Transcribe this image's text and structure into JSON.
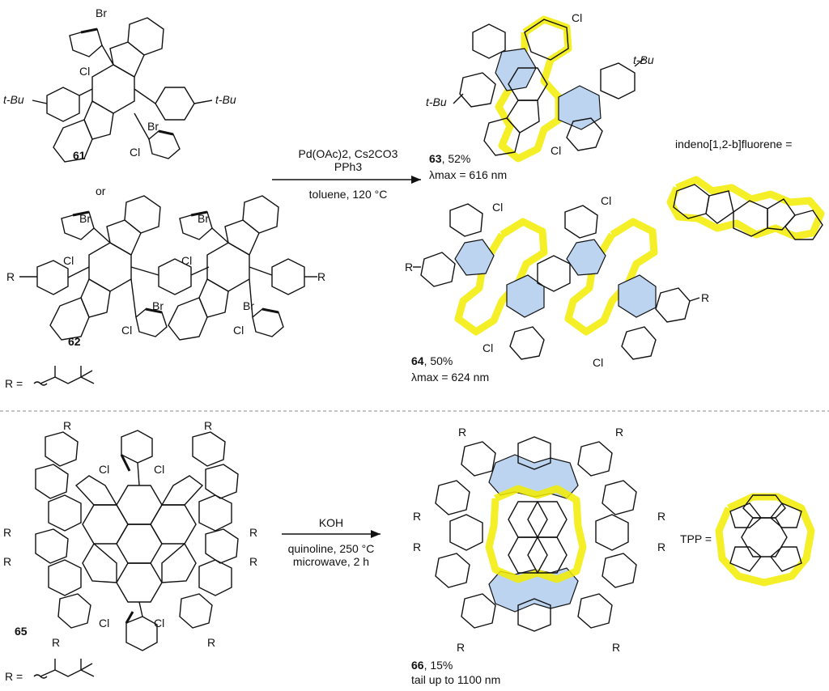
{
  "colors": {
    "highlight": "#f2ec00",
    "shaded_ring": "#bcd4ef",
    "line": "#111111"
  },
  "top": {
    "sm61": {
      "num": "61",
      "br1": "Br",
      "cl1": "Cl",
      "br2": "Br",
      "cl2": "Cl",
      "tbu_left": "t-Bu",
      "tbu_right": "t-Bu"
    },
    "or": "or",
    "sm62": {
      "num": "62",
      "br": "Br",
      "cl": "Cl",
      "r": "R"
    },
    "r_def": "R =",
    "conditions": {
      "line1": "Pd(OAc)2, Cs2CO3",
      "line2": "PPh3",
      "line3": "toluene, 120 °C"
    },
    "p63": {
      "num": "63",
      "yield": ", 52%",
      "lambda": "λmax = 616 nm",
      "cl": "Cl",
      "tbu": "t-Bu"
    },
    "p64": {
      "num": "64",
      "yield": ", 50%",
      "lambda": "λmax = 624 nm",
      "cl": "Cl",
      "r": "R"
    },
    "indeno_label": "indeno[1,2-b]fluorene ="
  },
  "bottom": {
    "sm65": {
      "num": "65",
      "cl": "Cl",
      "r": "R"
    },
    "r_def": "R =",
    "conditions": {
      "reagent": "KOH",
      "line2": "quinoline, 250 °C",
      "line3": "microwave, 2 h"
    },
    "p66": {
      "num": "66",
      "yield": ", 15%",
      "tail": "tail up to 1100 nm",
      "r": "R"
    },
    "tpp_label": "TPP ="
  }
}
